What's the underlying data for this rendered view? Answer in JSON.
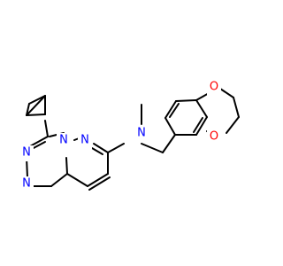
{
  "molecule": {
    "atoms": [
      {
        "id": "N1",
        "symbol": "N",
        "color": "#0000ff"
      },
      {
        "id": "N2",
        "symbol": "N",
        "color": "#0000ff"
      },
      {
        "id": "N3",
        "symbol": "N",
        "color": "#0000ff"
      },
      {
        "id": "N4",
        "symbol": "N",
        "color": "#0000ff"
      },
      {
        "id": "N5",
        "symbol": "N",
        "color": "#0000ff"
      },
      {
        "id": "O1",
        "symbol": "O",
        "color": "#ff0000"
      },
      {
        "id": "O2",
        "symbol": "O",
        "color": "#ff0000"
      }
    ],
    "bond_color": "#000000"
  }
}
